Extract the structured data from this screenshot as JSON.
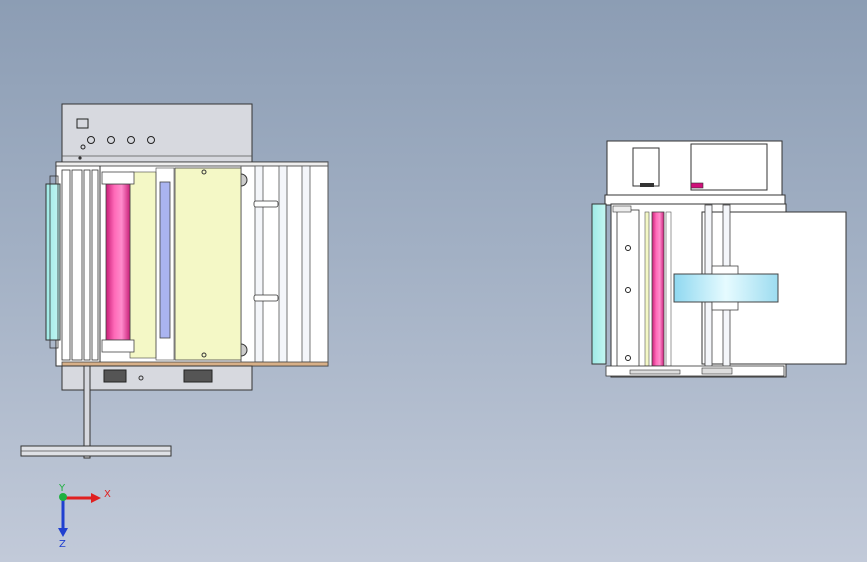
{
  "triad": {
    "x_label": "X",
    "y_label": "Y",
    "z_label": "Z",
    "x_color": "#e02020",
    "y_color": "#20b040",
    "z_color": "#2040d0"
  },
  "colors": {
    "panel_gray": "#d6d8de",
    "pink_roller": "#f04fa0",
    "cyan_panel": "#a8f0ec",
    "yellow_plate": "#f4f8c6",
    "blue_strip": "#aab4f0",
    "white": "#ffffff",
    "tan_rail": "#d8b088"
  }
}
